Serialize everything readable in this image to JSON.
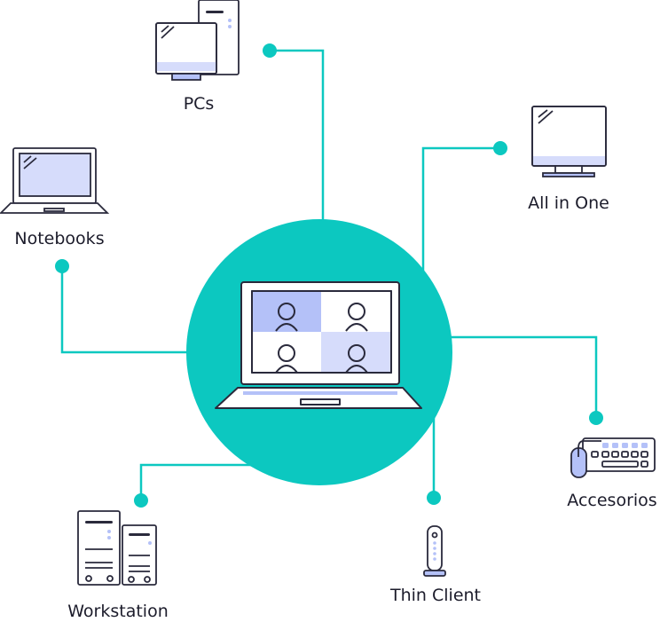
{
  "colors": {
    "accent": "#0CC8C0",
    "outline": "#2A2A3C",
    "fill_light": "#D6DCFB",
    "fill_mid": "#B4C1F8",
    "background": "#FFFFFF"
  },
  "hub": {
    "icon": "laptop-video-call-icon"
  },
  "nodes": [
    {
      "id": "pcs",
      "label": "PCs",
      "icon": "desktop-tower-icon"
    },
    {
      "id": "all-in-one",
      "label": "All in One",
      "icon": "monitor-icon"
    },
    {
      "id": "notebooks",
      "label": "Notebooks",
      "icon": "laptop-icon"
    },
    {
      "id": "accesorios",
      "label": "Accesorios",
      "icon": "keyboard-mouse-icon"
    },
    {
      "id": "thin-client",
      "label": "Thin Client",
      "icon": "thin-client-icon"
    },
    {
      "id": "workstation",
      "label": "Workstation",
      "icon": "server-towers-icon"
    }
  ]
}
